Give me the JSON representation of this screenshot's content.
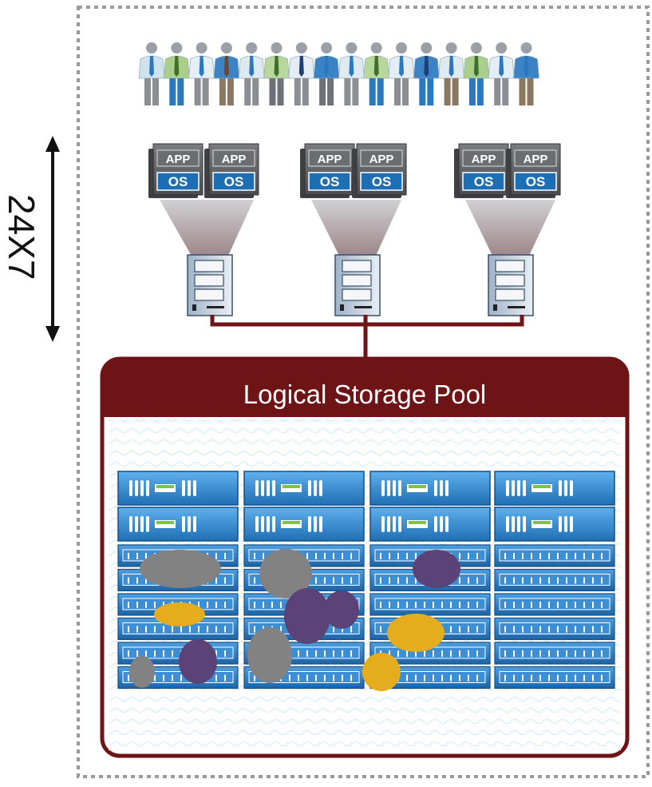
{
  "diagram": {
    "side_label": "24X7",
    "pool_title": "Logical Storage Pool",
    "vm_app_label": "APP",
    "vm_os_label": "OS",
    "user_count": 16,
    "vm_group_count": 3,
    "vms_per_group": 2,
    "server_count": 3,
    "storage_columns": 4,
    "storage_controller_rows": 2,
    "storage_shelf_rows": 6
  },
  "colors": {
    "pool_maroon": "#6e1417",
    "dashed_border": "#9a9a9a",
    "vm_grey": "#5c5e62",
    "vm_blue": "#1d6fb5",
    "storage_blue": "#2f8ad2",
    "blob_grey": "#828282",
    "blob_purple": "#5b4378",
    "blob_gold": "#e5ac1e"
  }
}
